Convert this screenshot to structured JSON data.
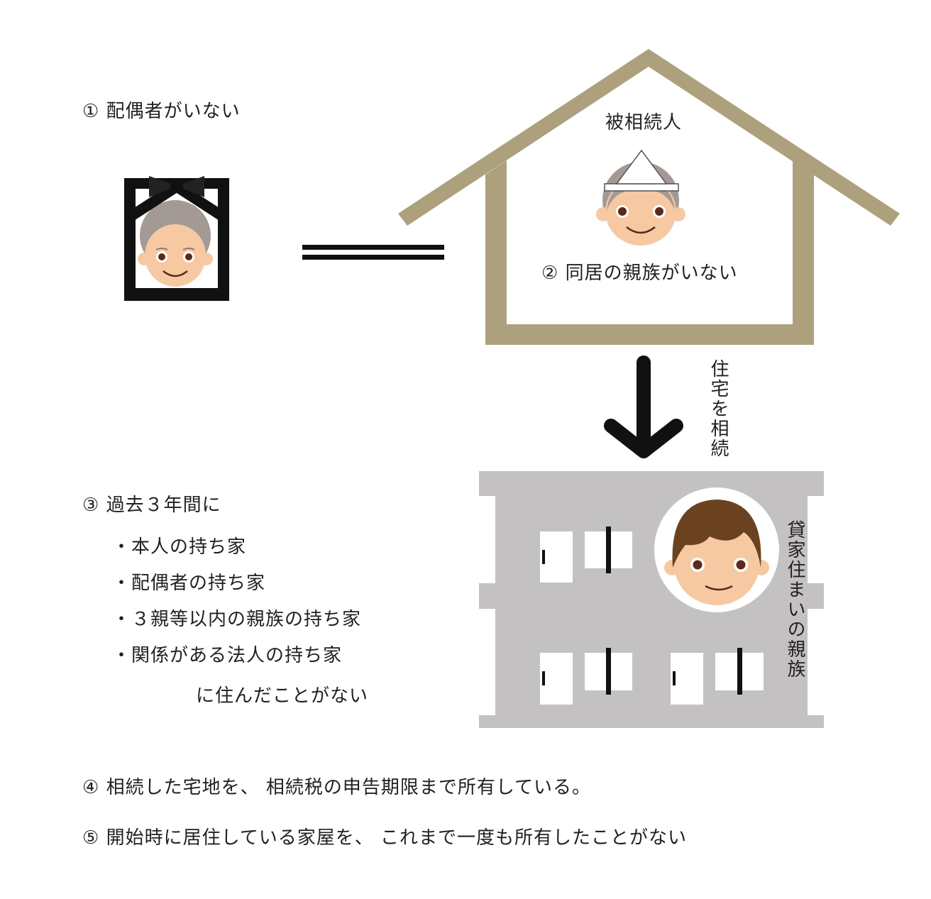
{
  "conditions": {
    "c1": "① 配偶者がいない",
    "c2": "② 同居の親族がいない",
    "c3": {
      "title": "③ 過去３年間に",
      "items": [
        "・本人の持ち家",
        "・配偶者の持ち家",
        "・３親等以内の親族の持ち家",
        "・関係がある法人の持ち家"
      ],
      "tail": "に住んだことがない"
    },
    "c4": "④ 相続した宅地を、 相続税の申告期限まで所有している。",
    "c5": "⑤ 開始時に居住している家屋を、 これまで一度も所有したことがない"
  },
  "house": {
    "label": "被相続人"
  },
  "arrow": {
    "label": "住宅を相続"
  },
  "apartment": {
    "label": "貸家住まいの親族"
  },
  "colors": {
    "house_frame": "#ada07c",
    "building": "#c4c1c2",
    "hair_gray": "#a39a96",
    "hair_brown": "#6b4220",
    "skin": "#f6c9a3",
    "text": "#231f20"
  },
  "icons": {
    "portrait": "memorial-portrait-icon",
    "deceased": "deceased-elder-icon",
    "child": "relative-child-icon",
    "equals": "equals-icon",
    "arrow": "arrow-down-icon"
  }
}
